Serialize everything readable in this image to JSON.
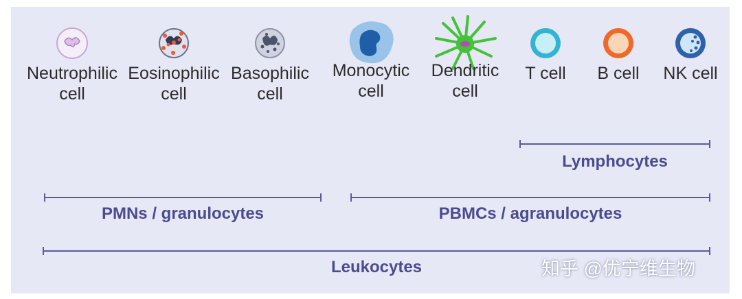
{
  "cells": [
    {
      "name": "neutrophilic",
      "label": "Neutrophilic\ncell",
      "icon": "neutrophil-icon"
    },
    {
      "name": "eosinophilic",
      "label": "Eosinophilic\ncell",
      "icon": "eosinophil-icon"
    },
    {
      "name": "basophilic",
      "label": "Basophilic\ncell",
      "icon": "basophil-icon"
    },
    {
      "name": "monocytic",
      "label": "Monocytic\ncell",
      "icon": "monocyte-icon"
    },
    {
      "name": "dendritic",
      "label": "Dendritic\ncell",
      "icon": "dendritic-cell-icon"
    },
    {
      "name": "t-cell",
      "label": "T cell",
      "icon": "t-cell-icon"
    },
    {
      "name": "b-cell",
      "label": "B cell",
      "icon": "b-cell-icon"
    },
    {
      "name": "nk-cell",
      "label": "NK cell",
      "icon": "nk-cell-icon"
    }
  ],
  "groups": {
    "lymphocytes": "Lymphocytes",
    "pmns": "PMNs / granulocytes",
    "pbmcs": "PBMCs / agranulocytes",
    "leukocytes": "Leukocytes"
  },
  "colors": {
    "panel": "#e7e8f6",
    "bracket": "#5b5b9b",
    "group_label": "#4b4b8f",
    "t_cell": "#35b3d3",
    "b_cell": "#ef6a2a",
    "nk_cell": "#2f63a8",
    "dendritic": "#44c23a"
  },
  "watermark": "知乎 @优宁维生物"
}
